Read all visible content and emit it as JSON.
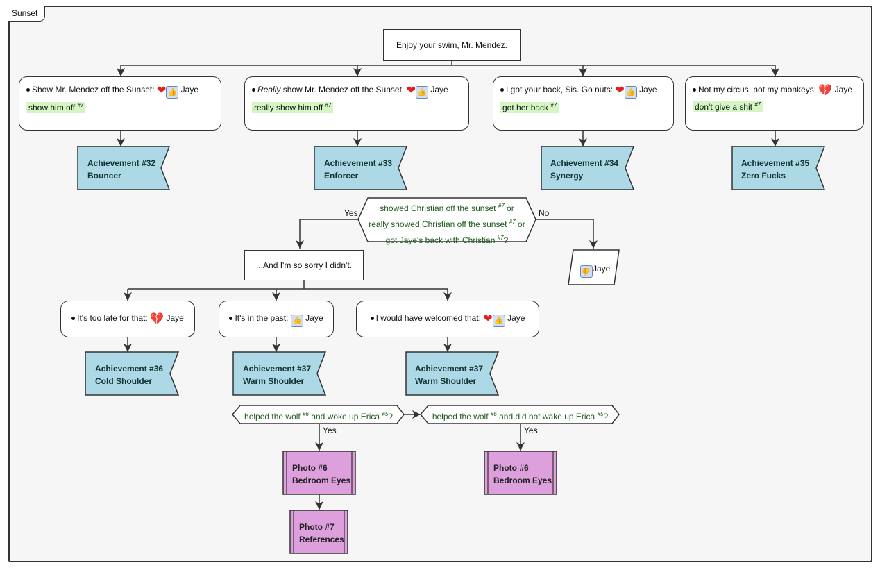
{
  "frame_title": "Sunset",
  "top": {
    "text": "Enjoy your swim, Mr. Mendez."
  },
  "choices1": [
    {
      "prefix": "",
      "italic": "",
      "text": "Show Mr. Mendez off the Sunset:",
      "who": "Jaye",
      "flag": "show him off",
      "ref": "#7"
    },
    {
      "prefix": "",
      "italic": "Really",
      "text": " show Mr. Mendez off the Sunset:",
      "who": "Jaye",
      "flag": "really show him off",
      "ref": "#7"
    },
    {
      "prefix": "",
      "italic": "",
      "text": "I got your back, Sis. Go nuts:",
      "who": "Jaye",
      "flag": "got her back",
      "ref": "#7"
    },
    {
      "prefix": "",
      "italic": "",
      "text": "Not my circus, not my monkeys:",
      "who": "Jaye",
      "flag": "don't give a shit",
      "ref": "#7"
    }
  ],
  "achievements1": [
    {
      "line1": "Achievement #32",
      "line2": "Bouncer"
    },
    {
      "line1": "Achievement #33",
      "line2": "Enforcer"
    },
    {
      "line1": "Achievement #34",
      "line2": "Synergy"
    },
    {
      "line1": "Achievement #35",
      "line2": "Zero Fucks"
    }
  ],
  "decision1": {
    "line1": "showed Christian off the sunset",
    "ref1": "#7",
    "tail1": " or",
    "line2": "really showed Christian off the sunset",
    "ref2": "#7",
    "tail2": " or",
    "line3": "got Jaye's back with Christian",
    "ref3": "#7",
    "tail3": "?",
    "yes": "Yes",
    "no": "No"
  },
  "no_result": {
    "who": "Jaye"
  },
  "middle": {
    "text": "...And I'm so sorry I didn't."
  },
  "choices2": [
    {
      "text": "It's too late for that:",
      "who": "Jaye"
    },
    {
      "text": "It's in the past:",
      "who": "Jaye"
    },
    {
      "text": "I would have welcomed that:",
      "who": "Jaye"
    }
  ],
  "achievements2": [
    {
      "line1": "Achievement #36",
      "line2": "Cold Shoulder"
    },
    {
      "line1": "Achievement #37",
      "line2": "Warm Shoulder"
    },
    {
      "line1": "Achievement #37",
      "line2": "Warm Shoulder"
    }
  ],
  "decision2": {
    "a": "helped the wolf ",
    "ref_a": "#6",
    "b": " and woke up Erica ",
    "ref_b": "#5",
    "c": "?",
    "yes": "Yes"
  },
  "decision3": {
    "a": "helped the wolf ",
    "ref_a": "#6",
    "b": " and did not wake up Erica ",
    "ref_b": "#5",
    "c": "?",
    "yes": "Yes"
  },
  "photos": [
    {
      "line1": "Photo #6",
      "line2": "Bedroom Eyes"
    },
    {
      "line1": "Photo #7",
      "line2": "References"
    },
    {
      "line1": "Photo #6",
      "line2": "Bedroom Eyes"
    }
  ],
  "colors": {
    "achievement": "#add8e6",
    "photo": "#dda0dd",
    "flag": "#d6f5c4",
    "decision_text": "#1f5a1f"
  },
  "icons": {
    "heart": "heart-icon",
    "thumbs_up": "thumbs-up-icon",
    "broken_heart": "broken-heart-icon",
    "thumbs_down": "thumbs-down-icon"
  }
}
